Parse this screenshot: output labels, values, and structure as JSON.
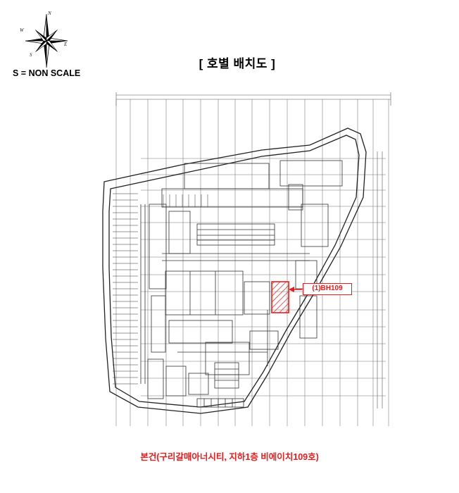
{
  "scale_label": "S = NON SCALE",
  "page_title": "[ 호별 배치도 ]",
  "unit_callout": "(1)BH109",
  "bottom_caption": "본건(구리갈매아너시티, 지하1층 비에이치109호)",
  "compass": {
    "n": "N",
    "s": "S",
    "e": "E",
    "w": "W"
  },
  "colors": {
    "highlight": "#e02020",
    "linework": "#333333",
    "grid": "#555555"
  }
}
